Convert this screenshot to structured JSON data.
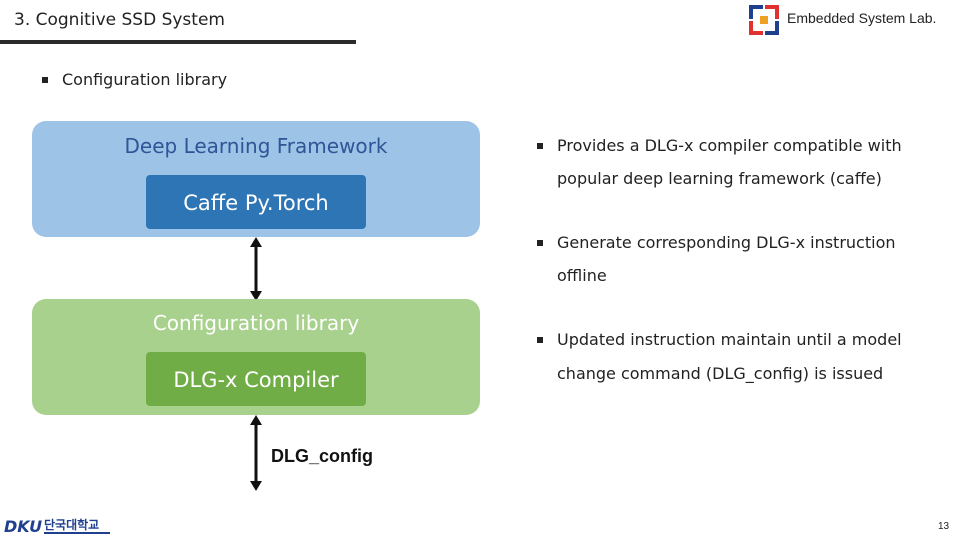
{
  "header": {
    "title": "3. Cognitive SSD System",
    "lab_name": "Embedded System Lab."
  },
  "main": {
    "top_bullet": "Configuration library"
  },
  "diagram": {
    "framework_title": "Deep Learning Framework",
    "framework_inner": "Caffe Py.Torch",
    "library_title": "Configuration library",
    "library_inner": "DLG-x Compiler",
    "arrow_label": "DLG_config",
    "colors": {
      "framework_box": "#9dc3e6",
      "framework_inner": "#2e75b6",
      "library_box": "#a9d18e",
      "library_inner": "#70ad47"
    }
  },
  "bullets": [
    {
      "line1": "Provides a DLG-x compiler compatible with",
      "line2": "popular deep learning framework (caffe)"
    },
    {
      "line1": "Generate corresponding DLG-x instruction",
      "line2": "offline"
    },
    {
      "line1": "Updated instruction maintain until a model",
      "line2": "change command (DLG_config) is issued"
    }
  ],
  "footer": {
    "university_logo_text": "단국대학교",
    "page_number": "13"
  }
}
